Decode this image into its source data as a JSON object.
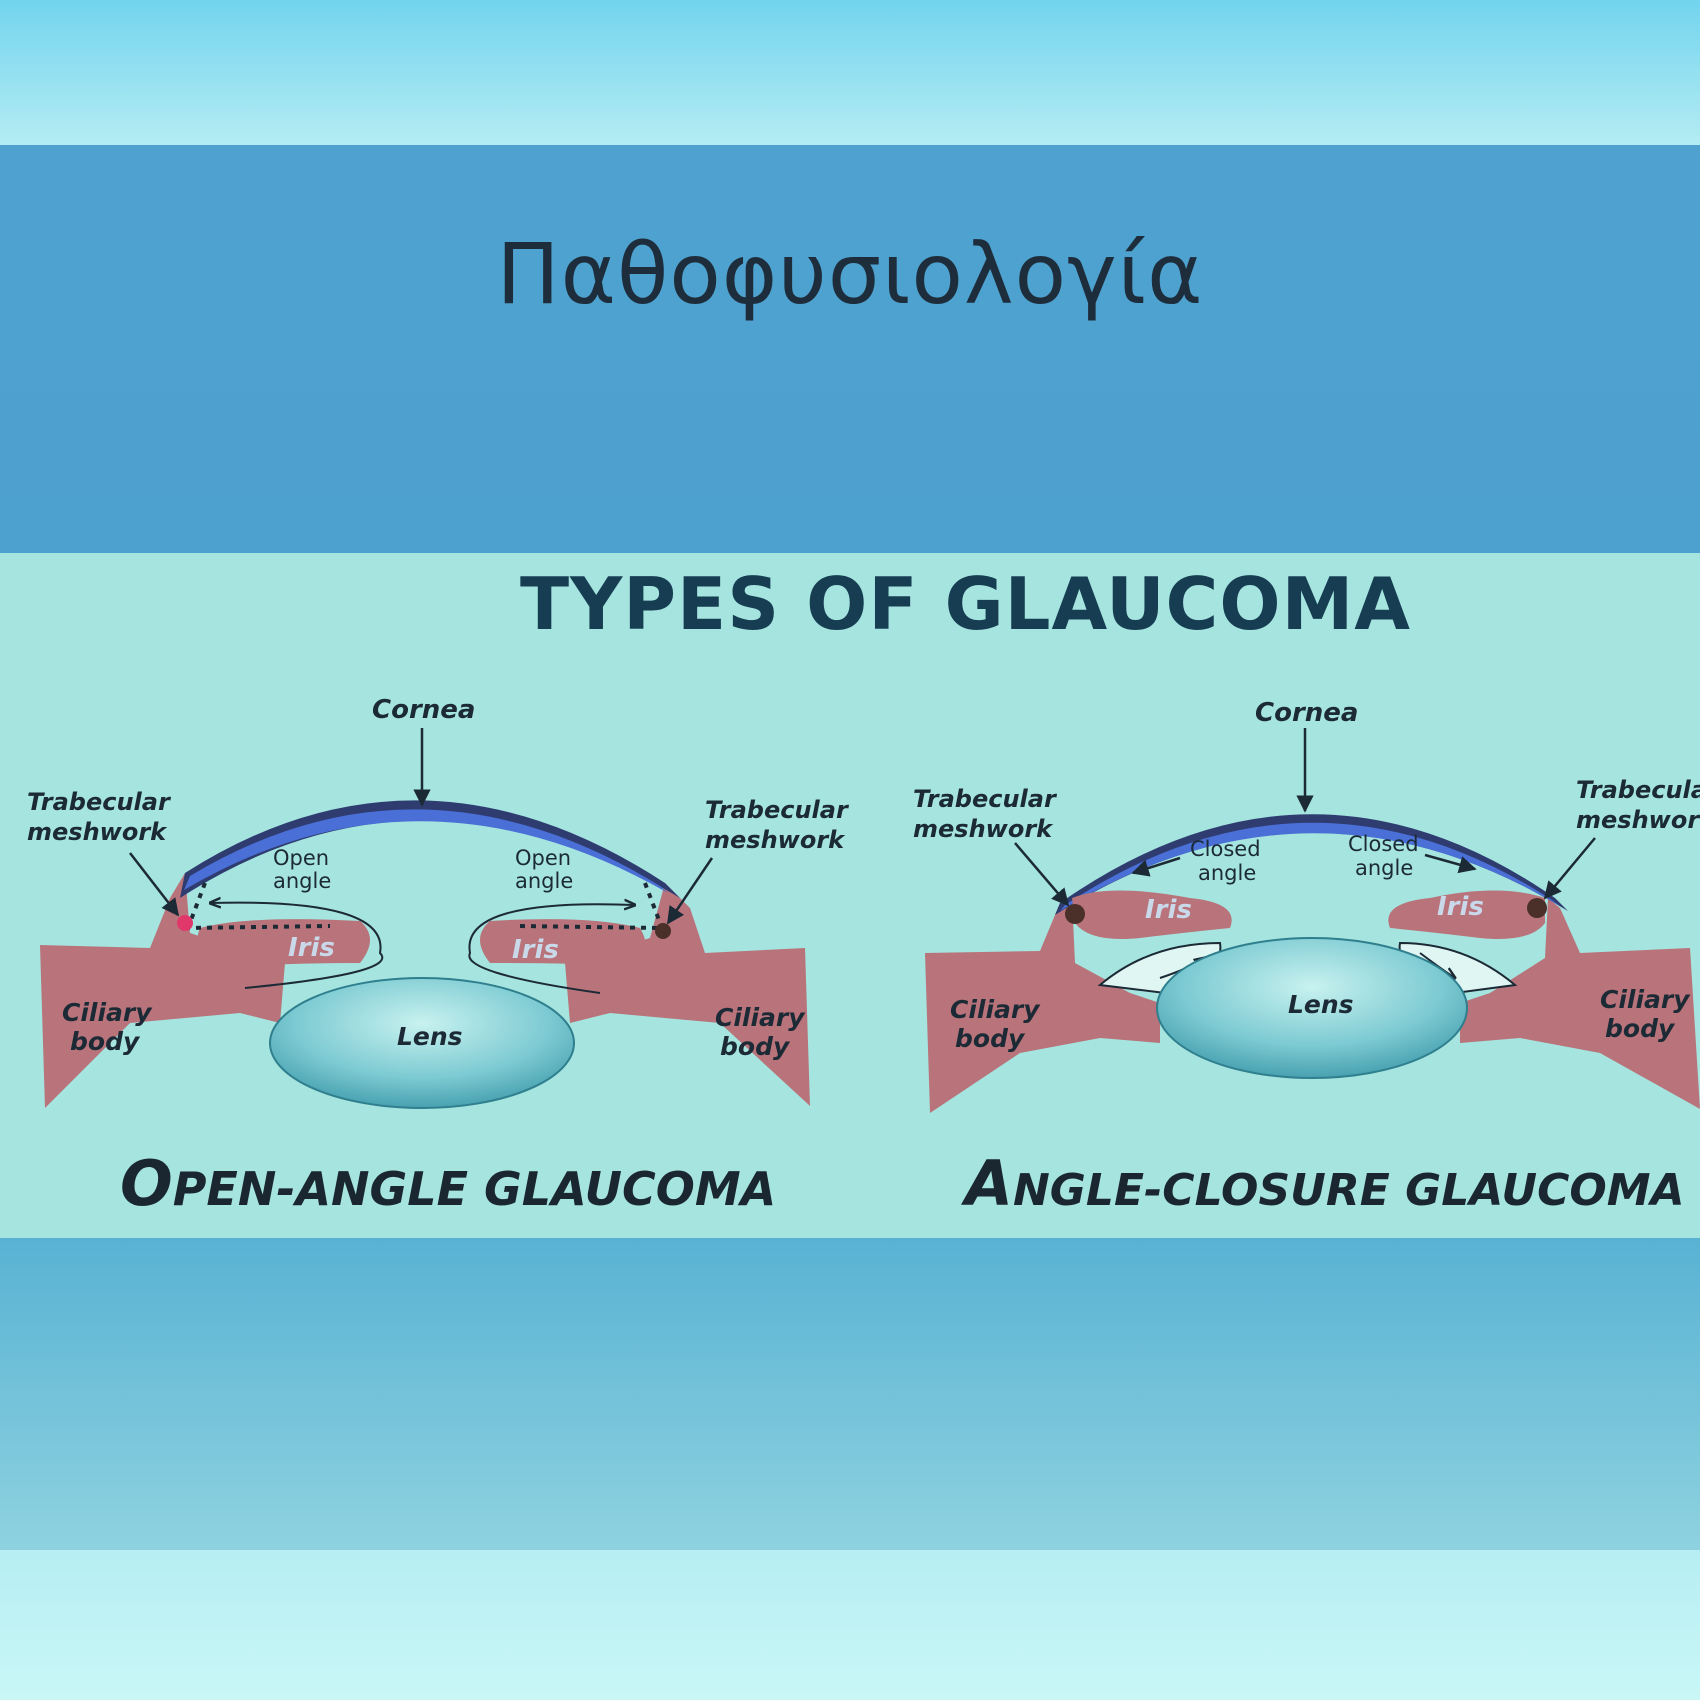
{
  "slide": {
    "title": "Παθοφυσιολογία"
  },
  "figure": {
    "title": "TYPES OF GLAUCOMA",
    "open_angle": {
      "cornea": "Cornea",
      "trabecular_left": [
        "Trabecular",
        "meshwork"
      ],
      "trabecular_right": [
        "Trabecular",
        "meshwork"
      ],
      "open_angle_left": [
        "Open",
        "angle"
      ],
      "open_angle_right": [
        "Open",
        "angle"
      ],
      "iris_left": "Iris",
      "iris_right": "Iris",
      "lens": "Lens",
      "ciliary_left": [
        "Ciliary",
        "body"
      ],
      "ciliary_right": [
        "Ciliary",
        "body"
      ],
      "caption_cap": "O",
      "caption_rest": "PEN-ANGLE GLAUCOMA"
    },
    "angle_closure": {
      "cornea": "Cornea",
      "trabecular_left": [
        "Trabecular",
        "meshwork"
      ],
      "trabecular_right": [
        "Trabecular",
        "meshwork"
      ],
      "closed_angle_left": [
        "Closed",
        "angle"
      ],
      "closed_angle_right": [
        "Closed",
        "angle"
      ],
      "iris_left": "Iris",
      "iris_right": "Iris",
      "lens": "Lens",
      "ciliary_left": [
        "Ciliary",
        "body"
      ],
      "ciliary_right": [
        "Ciliary",
        "body"
      ],
      "caption_cap": "A",
      "caption_rest": "NGLE-CLOSURE GLAUCOMA"
    }
  },
  "colors": {
    "tissue": "#b8747a",
    "cornea": "#4a6fd6",
    "lens": "#5fb8c4",
    "figure_background": "#a5e4df",
    "slide_background": "#4fa2cf"
  }
}
